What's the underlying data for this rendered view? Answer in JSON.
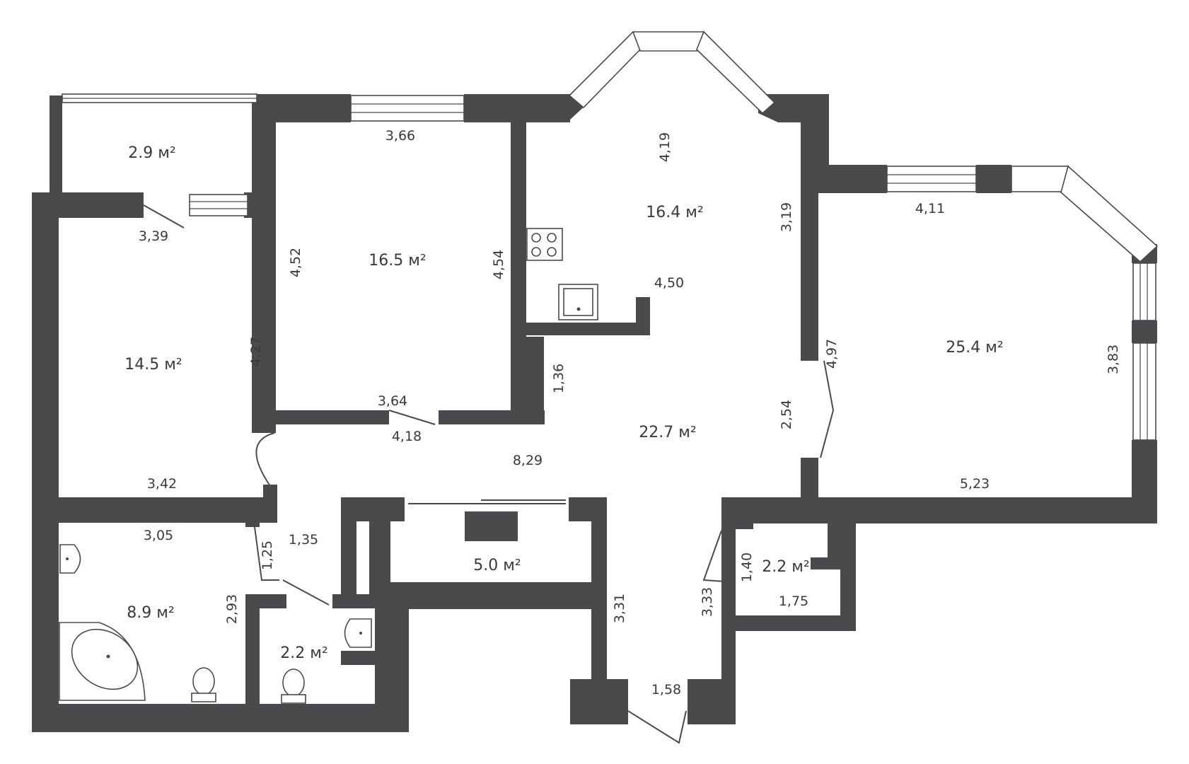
{
  "areas": {
    "balcony": "2.9 м²",
    "room_top_middle": "16.5 м²",
    "kitchen": "16.4 м²",
    "living_room": "25.4 м²",
    "bedroom_left": "14.5 м²",
    "hall": "22.7 м²",
    "wardrobe": "5.0 м²",
    "storage_right": "2.2 м²",
    "bathroom": "8.9 м²",
    "toilet": "2.2 м²"
  },
  "dimensions": {
    "d_366": "3,66",
    "d_419": "4,19",
    "d_411": "4,11",
    "d_339": "3,39",
    "d_452": "4,52",
    "d_454": "4,54",
    "d_319": "3,19",
    "d_450": "4,50",
    "d_427": "4,27",
    "d_497": "4,97",
    "d_383": "3,83",
    "d_136": "1,36",
    "d_364": "3,64",
    "d_418": "4,18",
    "d_254": "2,54",
    "d_829": "8,29",
    "d_342": "3,42",
    "d_523": "5,23",
    "d_305": "3,05",
    "d_135": "1,35",
    "d_125": "1,25",
    "d_140": "1,40",
    "d_293": "2,93",
    "d_331": "3,31",
    "d_333": "3,33",
    "d_175": "1,75",
    "d_158": "1,58"
  },
  "colors": {
    "wall": "#4a4a4c",
    "background": "#ffffff"
  }
}
